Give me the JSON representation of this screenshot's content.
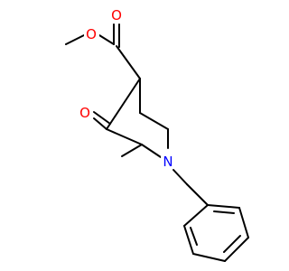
{
  "molecule": {
    "atoms": {
      "ester_carbonyl_oxygen": {
        "symbol": "O",
        "color": "#ff0000"
      },
      "ester_single_oxygen": {
        "symbol": "O",
        "color": "#ff0000"
      },
      "ketone_oxygen": {
        "symbol": "O",
        "color": "#ff0000"
      },
      "ring_nitrogen": {
        "symbol": "N",
        "color": "#0000ff"
      }
    },
    "bond_color": "#000000",
    "background": "#ffffff"
  }
}
